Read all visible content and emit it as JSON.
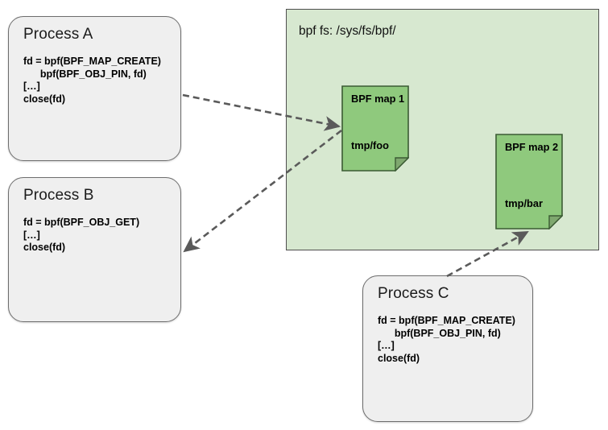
{
  "diagram": {
    "title_visible": false,
    "colors": {
      "process_fill": "#EFEFEF",
      "process_stroke": "#6E6E6E",
      "fs_fill": "#D7E8D0",
      "fs_stroke": "#4F4F4F",
      "map_fill": "#8FC97D",
      "map_stroke": "#3B5B34",
      "arrow": "#5A5A5A"
    }
  },
  "processes": [
    {
      "id": "process-a",
      "title": "Process A",
      "code": "fd = bpf(BPF_MAP_CREATE)\n      bpf(BPF_OBJ_PIN, fd)\n[…]\nclose(fd)"
    },
    {
      "id": "process-b",
      "title": "Process B",
      "code": "fd = bpf(BPF_OBJ_GET)\n[…]\nclose(fd)"
    },
    {
      "id": "process-c",
      "title": "Process C",
      "code": "fd = bpf(BPF_MAP_CREATE)\n      bpf(BPF_OBJ_PIN, fd)\n[…]\nclose(fd)"
    }
  ],
  "filesystem": {
    "label": "bpf fs: /sys/fs/bpf/",
    "maps": [
      {
        "id": "bpf-map-1",
        "name": "BPF map 1",
        "path": "tmp/foo"
      },
      {
        "id": "bpf-map-2",
        "name": "BPF map 2",
        "path": "tmp/bar"
      }
    ]
  },
  "arrows": [
    {
      "id": "arrow-process-a-to-map-1",
      "from": "Process A",
      "to": "BPF map 1",
      "style": "dashed"
    },
    {
      "id": "arrow-map-1-to-process-b",
      "from": "BPF map 1",
      "to": "Process B",
      "style": "dashed"
    },
    {
      "id": "arrow-process-c-to-map-2",
      "from": "Process C",
      "to": "BPF map 2",
      "style": "dashed"
    }
  ]
}
